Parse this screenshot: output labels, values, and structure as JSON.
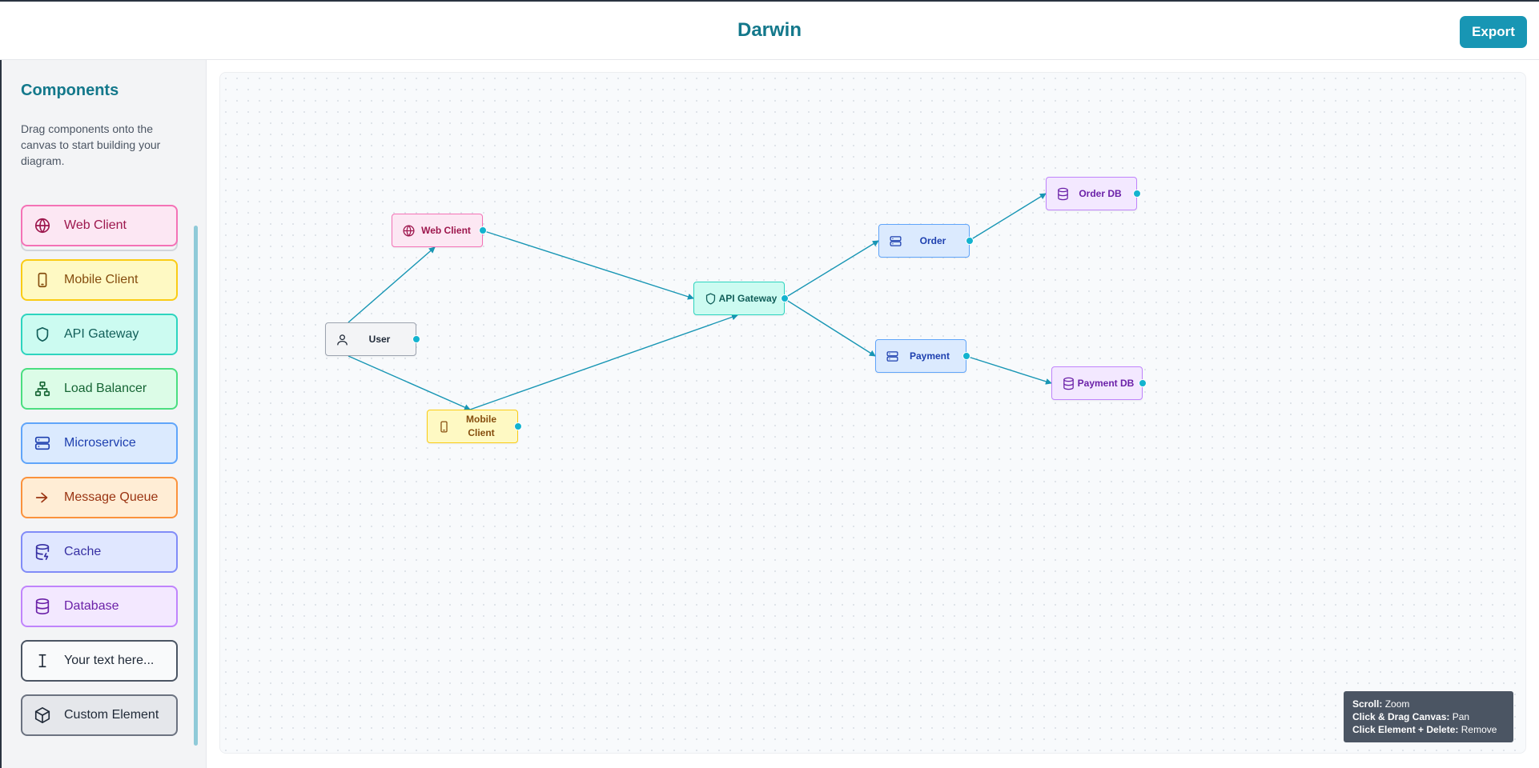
{
  "header": {
    "title": "Darwin",
    "export_label": "Export"
  },
  "sidebar": {
    "title": "Components",
    "description": "Drag components onto the canvas to start building your diagram.",
    "items": [
      {
        "label": "Web Client",
        "icon": "globe-icon",
        "bg": "#fce7f3",
        "border": "#f472b6",
        "color": "#9d174d"
      },
      {
        "label": "Mobile Client",
        "icon": "smartphone-icon",
        "bg": "#fef9c3",
        "border": "#facc15",
        "color": "#854d0e"
      },
      {
        "label": "API Gateway",
        "icon": "shield-icon",
        "bg": "#ccfbf1",
        "border": "#2dd4bf",
        "color": "#115e59"
      },
      {
        "label": "Load Balancer",
        "icon": "network-icon",
        "bg": "#dcfce7",
        "border": "#4ade80",
        "color": "#166534"
      },
      {
        "label": "Microservice",
        "icon": "server-icon",
        "bg": "#dbeafe",
        "border": "#60a5fa",
        "color": "#1e40af"
      },
      {
        "label": "Message Queue",
        "icon": "send-icon",
        "bg": "#ffedd5",
        "border": "#fb923c",
        "color": "#9a3412"
      },
      {
        "label": "Cache",
        "icon": "database-zap-icon",
        "bg": "#e0e7ff",
        "border": "#818cf8",
        "color": "#3730a3"
      },
      {
        "label": "Database",
        "icon": "database-icon",
        "bg": "#f3e8ff",
        "border": "#c084fc",
        "color": "#6b21a8"
      },
      {
        "label": "Your text here...",
        "icon": "text-cursor-icon",
        "bg": "#f9fafb",
        "border": "#4b5563",
        "color": "#1f2937"
      },
      {
        "label": "Custom Element",
        "icon": "box-icon",
        "bg": "#e5e7eb",
        "border": "#6b7280",
        "color": "#1f2937"
      }
    ]
  },
  "canvas": {
    "nodes": [
      {
        "id": "user",
        "label": "User",
        "icon": "user-icon",
        "bg": "#f3f4f6",
        "border": "#9ca3af",
        "color": "#1f2937"
      },
      {
        "id": "web",
        "label": "Web Client",
        "icon": "globe-icon",
        "bg": "#fce7f3",
        "border": "#f472b6",
        "color": "#9d174d"
      },
      {
        "id": "mobile",
        "label": "Mobile Client",
        "icon": "smartphone-icon",
        "bg": "#fef9c3",
        "border": "#facc15",
        "color": "#854d0e"
      },
      {
        "id": "gateway",
        "label": "API Gateway",
        "icon": "shield-icon",
        "bg": "#ccfbf1",
        "border": "#2dd4bf",
        "color": "#115e59"
      },
      {
        "id": "order",
        "label": "Order",
        "icon": "server-icon",
        "bg": "#dbeafe",
        "border": "#60a5fa",
        "color": "#1e40af"
      },
      {
        "id": "payment",
        "label": "Payment",
        "icon": "server-icon",
        "bg": "#dbeafe",
        "border": "#60a5fa",
        "color": "#1e40af"
      },
      {
        "id": "orderdb",
        "label": "Order DB",
        "icon": "database-icon",
        "bg": "#f3e8ff",
        "border": "#c084fc",
        "color": "#6b21a8"
      },
      {
        "id": "paymentdb",
        "label": "Payment DB",
        "icon": "database-icon",
        "bg": "#f3e8ff",
        "border": "#c084fc",
        "color": "#6b21a8"
      }
    ],
    "edges": [
      {
        "from": "user",
        "to": "web"
      },
      {
        "from": "user",
        "to": "mobile"
      },
      {
        "from": "web",
        "to": "gateway"
      },
      {
        "from": "mobile",
        "to": "gateway"
      },
      {
        "from": "gateway",
        "to": "order"
      },
      {
        "from": "gateway",
        "to": "payment"
      },
      {
        "from": "order",
        "to": "orderdb"
      },
      {
        "from": "payment",
        "to": "paymentdb"
      }
    ],
    "edge_color": "#1896b4"
  },
  "help": {
    "scroll_key": "Scroll:",
    "scroll_val": "Zoom",
    "drag_key": "Click & Drag Canvas:",
    "drag_val": "Pan",
    "delete_key": "Click Element + Delete:",
    "delete_val": "Remove"
  }
}
